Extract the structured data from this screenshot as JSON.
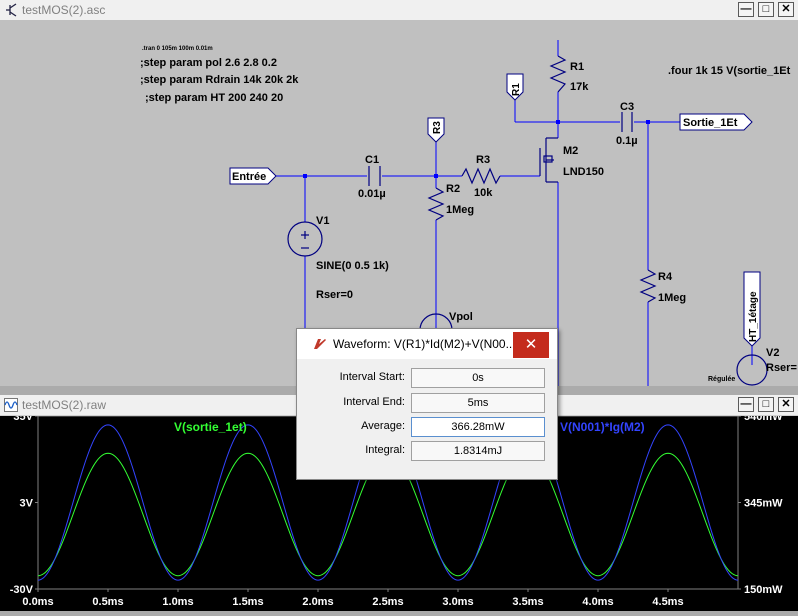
{
  "schematic_window": {
    "title": "testMOS(2).asc",
    "directives": {
      "tran": ".tran 0 105m 100m 0.01m",
      "step1": ";step param pol 2.6 2.8 0.2",
      "step2": ";step param Rdrain 14k 20k 2k",
      "step3": ";step param HT 200 240 20",
      "four": ".four 1k 15 V(sortie_1Et"
    },
    "components": {
      "c1_name": "C1",
      "c1_value": "0.01µ",
      "r2_name": "R2",
      "r2_value": "1Meg",
      "r3_name": "R3",
      "r3_value": "10k",
      "r1_name": "R1",
      "r1_value": "17k",
      "c3_name": "C3",
      "c3_value": "0.1µ",
      "m2_name": "M2",
      "m2_value": "LND150",
      "r4_name": "R4",
      "r4_value": "1Meg",
      "v1_name": "V1",
      "v1_value": "SINE(0 0.5 1k)",
      "v1_rser": "Rser=0",
      "v2_name": "V2",
      "v2_rser": "Rser=",
      "vpol": "Vpol"
    },
    "net_labels": {
      "entree": "Entrée",
      "sortie": "Sortie_1Et",
      "r3": "R3",
      "r1": "R1",
      "ht": "HT_1étage",
      "regule": "Régulée"
    }
  },
  "waveform_window": {
    "title": "testMOS(2).raw",
    "trace1_label": "V(sortie_1et)",
    "trace2_label": "V(N001)*Ig(M2)"
  },
  "dialog": {
    "title": "Waveform: V(R1)*Id(M2)+V(N00...",
    "close_glyph": "✕",
    "interval_start_label": "Interval Start:",
    "interval_start": "0s",
    "interval_end_label": "Interval End:",
    "interval_end": "5ms",
    "average_label": "Average:",
    "average": "366.28mW",
    "integral_label": "Integral:",
    "integral": "1.8314mJ"
  },
  "window_buttons": {
    "minimize": "—",
    "maximize": "□",
    "close": "✕"
  },
  "chart_data": {
    "type": "line",
    "x": {
      "ticks": [
        "0.0ms",
        "0.5ms",
        "1.0ms",
        "1.5ms",
        "2.0ms",
        "2.5ms",
        "3.0ms",
        "3.5ms",
        "4.0ms",
        "4.5ms"
      ],
      "range_ms": [
        0,
        5
      ]
    },
    "y_left": {
      "ticks": [
        "35V",
        "3V",
        "-30V"
      ],
      "range": [
        -30,
        35
      ]
    },
    "y_right": {
      "ticks": [
        "540mW",
        "345mW",
        "150mW"
      ],
      "range_mW": [
        150,
        540
      ]
    },
    "grid": false,
    "series": [
      {
        "name": "V(sortie_1et)",
        "color": "#33ff33",
        "axis": "left",
        "shape": "sine",
        "frequency_khz": 1,
        "min": -25,
        "max": 21
      },
      {
        "name": "V(N001)*Ig(M2)",
        "color": "#3344ff",
        "axis": "right",
        "shape": "sine",
        "frequency_khz": 1,
        "min_mW": 170,
        "max_mW": 520
      }
    ]
  },
  "colors": {
    "wire": "#0000ff",
    "component": "#000080",
    "text": "#000000",
    "plot_bg": "#000000",
    "close_red": "#c42b1c"
  }
}
